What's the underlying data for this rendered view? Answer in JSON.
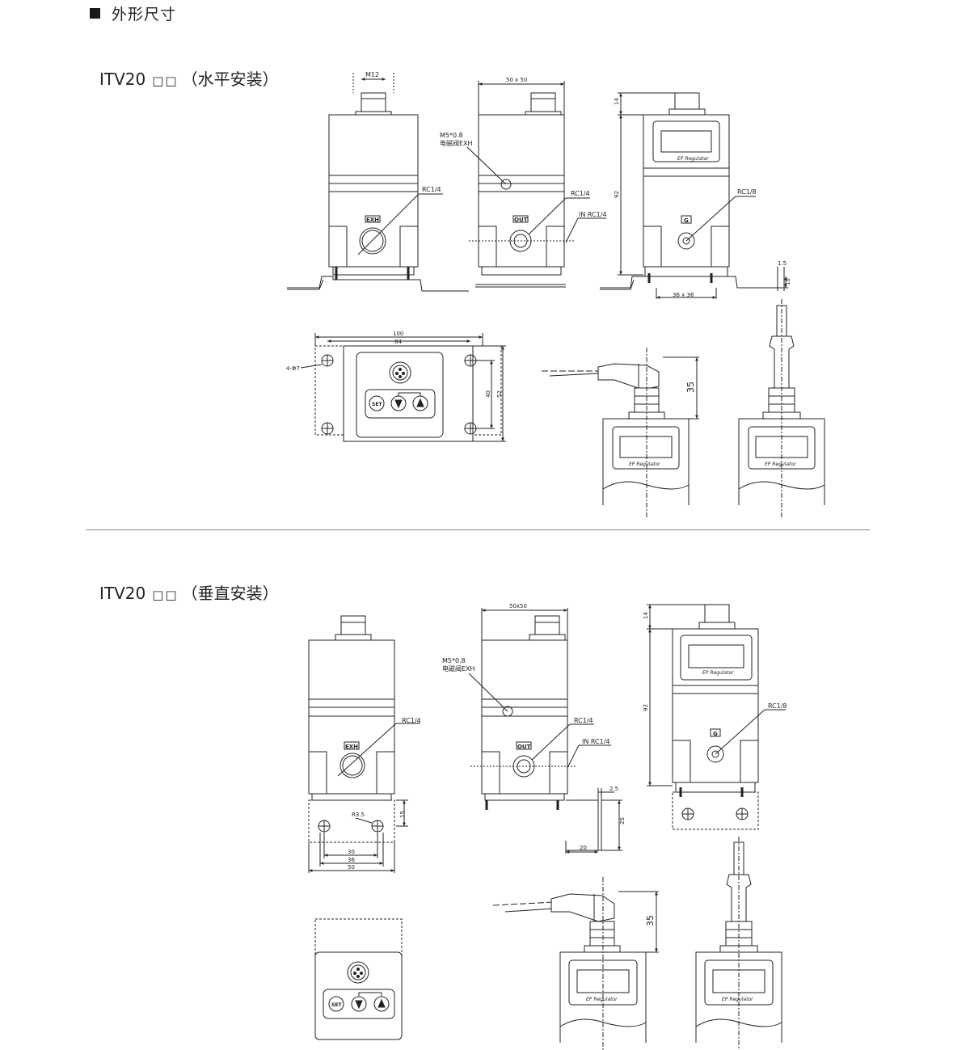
{
  "header": {
    "title": "外形尺寸"
  },
  "sections": [
    {
      "model": "ITV20",
      "boxes": "□□",
      "mount": "（水平安装）"
    },
    {
      "model": "ITV20",
      "boxes": "□□",
      "mount": "（垂直安装）"
    }
  ],
  "labels": {
    "m12": "M12",
    "w50": "50 x 50",
    "w50b": "50x50",
    "m5": "M5*0.8",
    "exh_valve": "电磁阀EXH",
    "rc14": "RC1/4",
    "in_rc14": "IN  RC1/4",
    "rc18": "RC1/8",
    "exh": "EXH",
    "out": "OUT",
    "g": "G",
    "ep": "EP Regulator",
    "set": "SET",
    "d14": "14",
    "d92": "92",
    "d15a": "1.5",
    "d10": "10",
    "d36x36": "36 x 36",
    "d100": "100",
    "d84": "84",
    "d4phi7": "4-Φ7",
    "d40": "40",
    "d52": "52",
    "d35": "35",
    "r35": "R3.5",
    "d15": "15",
    "d30": "30",
    "d36": "36",
    "d50": "50",
    "d25a": "2.5",
    "d25": "25",
    "d20": "20"
  }
}
